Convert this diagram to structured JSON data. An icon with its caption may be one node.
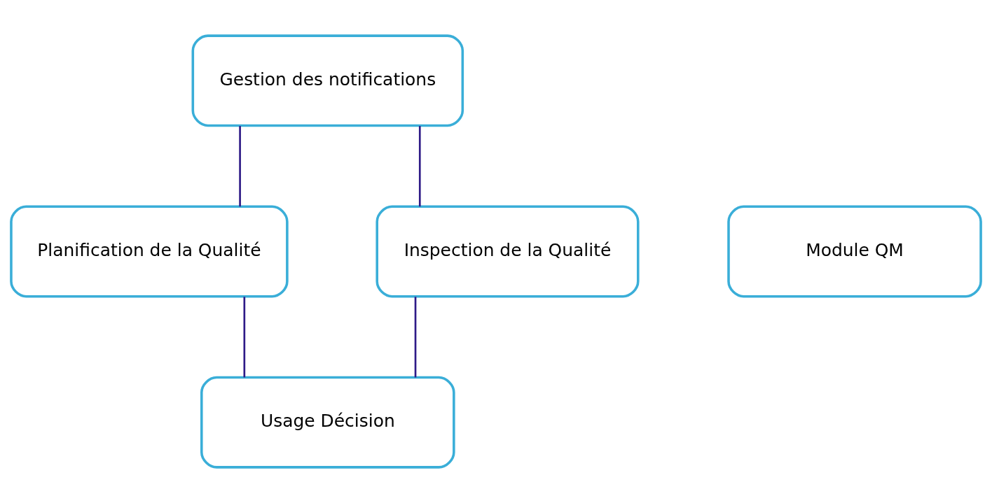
{
  "diagram": {
    "nodes": [
      {
        "text": [
          "Gestion des notifications"
        ]
      },
      {
        "text": [
          "Planification de la Qualité"
        ]
      },
      {
        "text": [
          "Module QM"
        ]
      },
      {
        "text": [
          "Inspection de la Qualité"
        ]
      },
      {
        "text": [
          "Usage Décision"
        ]
      }
    ],
    "edges": [
      {
        "from": 0,
        "to": 1,
        "arrow": "none"
      },
      {
        "from": 0,
        "to": 3,
        "arrow": "none"
      },
      {
        "from": 1,
        "to": 4,
        "arrow": "none"
      },
      {
        "from": 3,
        "to": 4,
        "arrow": "none"
      }
    ]
  }
}
